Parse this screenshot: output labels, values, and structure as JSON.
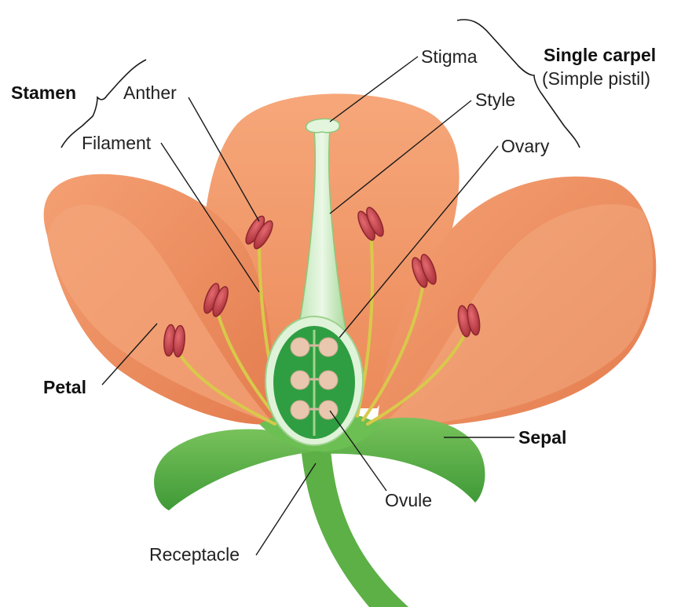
{
  "labels": {
    "stamen": "Stamen",
    "anther": "Anther",
    "filament": "Filament",
    "stigma": "Stigma",
    "style": "Style",
    "ovary": "Ovary",
    "single_carpel": "Single carpel",
    "simple_pistil": "(Simple pistil)",
    "petal": "Petal",
    "sepal": "Sepal",
    "ovule": "Ovule",
    "receptacle": "Receptacle"
  },
  "colors": {
    "petal": "#f09a6c",
    "petal_shade": "#e07a4e",
    "petal_light": "#f7b48c",
    "leaf": "#5cae46",
    "leaf_dark": "#3f8f33",
    "stem": "#6cbf52",
    "ovary_fill": "#2f9e42",
    "ovary_rim": "#dff3d9",
    "ovule": "#e8c7ae",
    "anther": "#c8404a",
    "filament": "#d8c94a"
  }
}
